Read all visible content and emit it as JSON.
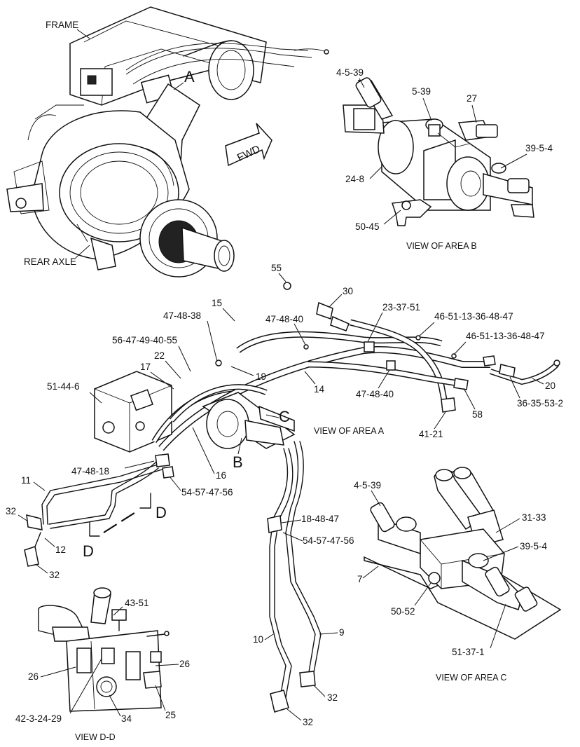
{
  "labels": {
    "frame": "FRAME",
    "rear_axle": "REAR AXLE",
    "fwd": "FWD",
    "callout_a": "A",
    "callout_b": "B",
    "callout_c": "C",
    "callout_d": "D",
    "view_area_a": "VIEW OF AREA A",
    "view_area_b": "VIEW OF AREA B",
    "view_area_c": "VIEW OF AREA C",
    "view_dd": "VIEW D-D"
  },
  "parts": {
    "p_4_5_39": "4-5-39",
    "p_5_39": "5-39",
    "p_27": "27",
    "p_39_5_4": "39-5-4",
    "p_24_8": "24-8",
    "p_50_45": "50-45",
    "p_55": "55",
    "p_30": "30",
    "p_15": "15",
    "p_47_48_38": "47-48-38",
    "p_47_48_40": "47-48-40",
    "p_23_37_51": "23-37-51",
    "p_46_51_13_36_48_47": "46-51-13-36-48-47",
    "p_56_47_49_40_55": "56-47-49-40-55",
    "p_22": "22",
    "p_17": "17",
    "p_19": "19",
    "p_14": "14",
    "p_20": "20",
    "p_51_44_6": "51-44-6",
    "p_58": "58",
    "p_36_35_53_2": "36-35-53-2",
    "p_41_21": "41-21",
    "p_47_48_18": "47-48-18",
    "p_16": "16",
    "p_11": "11",
    "p_54_57_47_56": "54-57-47-56",
    "p_32": "32",
    "p_12": "12",
    "p_18_48_47": "18-48-47",
    "p_31_33": "31-33",
    "p_7": "7",
    "p_50_52": "50-52",
    "p_51_37_1": "51-37-1",
    "p_43_51": "43-51",
    "p_26": "26",
    "p_10": "10",
    "p_9": "9",
    "p_42_3_24_29": "42-3-24-29",
    "p_34": "34",
    "p_25": "25"
  }
}
